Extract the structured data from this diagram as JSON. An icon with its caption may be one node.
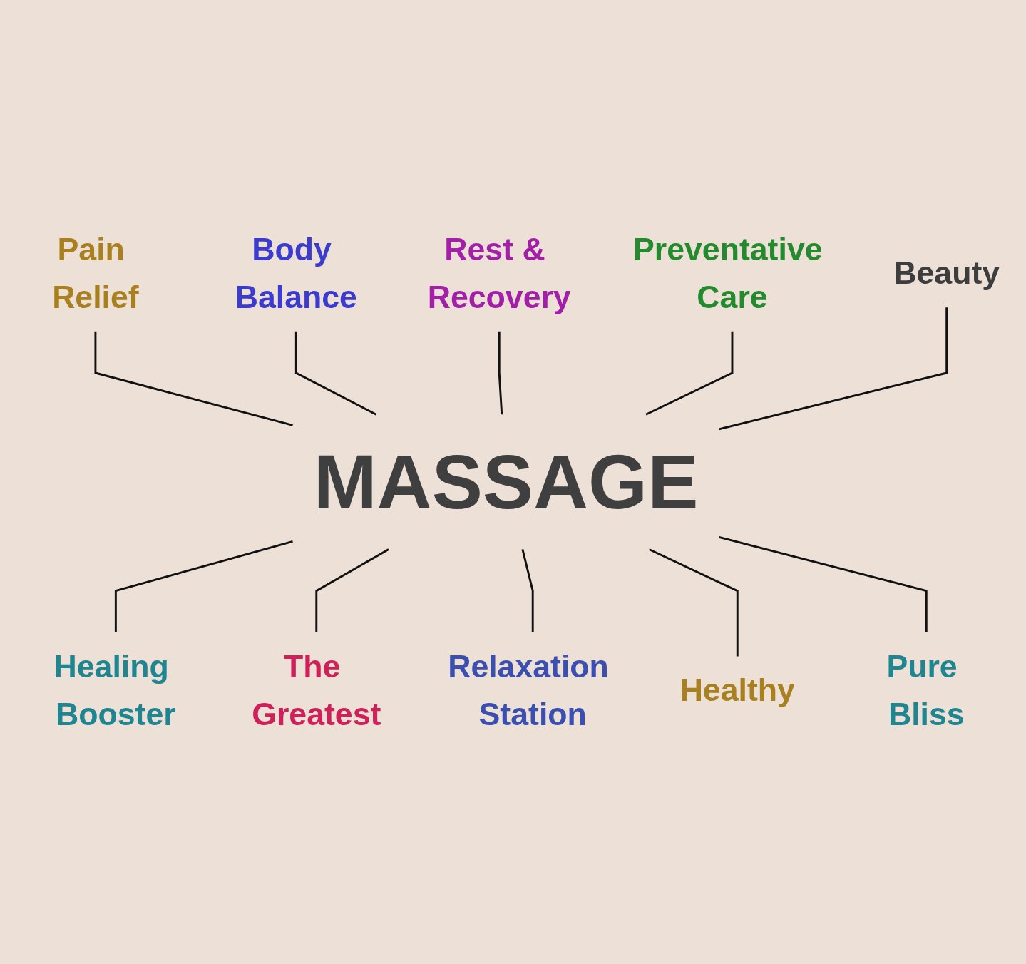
{
  "diagram": {
    "nodes": [
      {
        "text": [
          "Body Balance"
        ]
      },
      {
        "text": [
          "Preventative Care"
        ]
      },
      {
        "text": [
          "Pain Relief"
        ]
      },
      {
        "text": [
          "Rest & Recovery"
        ]
      },
      {
        "text": [
          "Beauty"
        ]
      },
      {
        "text": [
          "MASSAGE"
        ]
      },
      {
        "text": [
          "Healing Booster"
        ]
      },
      {
        "text": [
          "Healthy"
        ]
      },
      {
        "text": [
          "Pure Bliss"
        ]
      },
      {
        "text": [
          "The Greatest"
        ]
      },
      {
        "text": [
          "Relaxation Station"
        ]
      }
    ],
    "edges": [
      {
        "from": 2,
        "to": 5,
        "arrow": "none"
      },
      {
        "from": 0,
        "to": 5,
        "arrow": "none"
      },
      {
        "from": 3,
        "to": 5,
        "arrow": "none"
      },
      {
        "from": 1,
        "to": 5,
        "arrow": "none"
      },
      {
        "from": 4,
        "to": 5,
        "arrow": "none"
      },
      {
        "from": 5,
        "to": 6,
        "arrow": "none"
      },
      {
        "from": 5,
        "to": 9,
        "arrow": "none"
      },
      {
        "from": 5,
        "to": 10,
        "arrow": "none"
      },
      {
        "from": 5,
        "to": 7,
        "arrow": "none"
      },
      {
        "from": 5,
        "to": 8,
        "arrow": "none"
      }
    ]
  }
}
